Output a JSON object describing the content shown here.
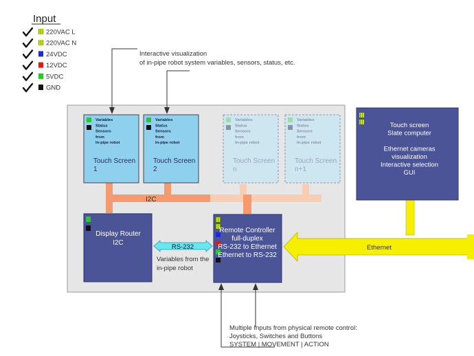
{
  "legend": {
    "title": "Input",
    "items": [
      {
        "label": "220VAC L",
        "color": "#ccee00",
        "striped": true
      },
      {
        "label": "220VAC N",
        "color": "#ccee00",
        "striped": true
      },
      {
        "label": "24VDC",
        "color": "#1a2ad8",
        "striped": false
      },
      {
        "label": "12VDC",
        "color": "#e01818",
        "striped": false
      },
      {
        "label": "5VDC",
        "color": "#22cc22",
        "striped": false
      },
      {
        "label": "GND",
        "color": "#111111",
        "striped": false
      }
    ]
  },
  "annotation_top": {
    "line1": "Interactive visualization",
    "line2": "of in-pipe robot system variables, sensors, status, etc."
  },
  "touch_screens": [
    {
      "small": [
        "Variables",
        "Status",
        "Sensors",
        "from",
        "In-pipe robot"
      ],
      "label1": "Touch Screen",
      "label2": "1",
      "faded": false
    },
    {
      "small": [
        "Variables",
        "Status",
        "Sensors",
        "from",
        "In-pipe robot"
      ],
      "label1": "Touch Screen",
      "label2": "2",
      "faded": false
    },
    {
      "small": [
        "Variables",
        "Status",
        "Sensors",
        "from",
        "In-pipe robot"
      ],
      "label1": "Touch Screen",
      "label2": "n",
      "faded": true
    },
    {
      "small": [
        "Variables",
        "Status",
        "Sensors",
        "from",
        "In-pipe robot"
      ],
      "label1": "Touch Screen",
      "label2": "n+1",
      "faded": true
    }
  ],
  "i2c_bus_label": "I2C",
  "display_router": {
    "line1": "Display Router",
    "line2": "I2C"
  },
  "rs232_label": "RS-232",
  "rs232_caption": {
    "line1": "Variables from the",
    "line2": "in-pipe robot"
  },
  "remote_controller": {
    "lines": [
      "Remote Controller",
      "full-duplex",
      "RS-232 to Ethernet",
      "Ethernet to RS-232"
    ]
  },
  "slate": {
    "lines": [
      "Touch screen",
      "Slate computer",
      "",
      "Ethernet cameras",
      "visualization",
      "Interactive selection",
      "GUI"
    ]
  },
  "ethernet_label": "Ethernet",
  "annotation_bottom": {
    "line1": "Multiple Inputs  from physical remote control:",
    "line2": "Joysticks, Switches and Buttons",
    "line3": "SYSTEM | MOVEMENT | ACTION"
  },
  "colors": {
    "panel": "#e6e6e6",
    "touch_screen": "#8fd0ee",
    "dark_box": "#4a5497",
    "i2c_bus": "#f49a6e",
    "rs232": "#66e8f2",
    "ethernet": "#f6f000"
  }
}
